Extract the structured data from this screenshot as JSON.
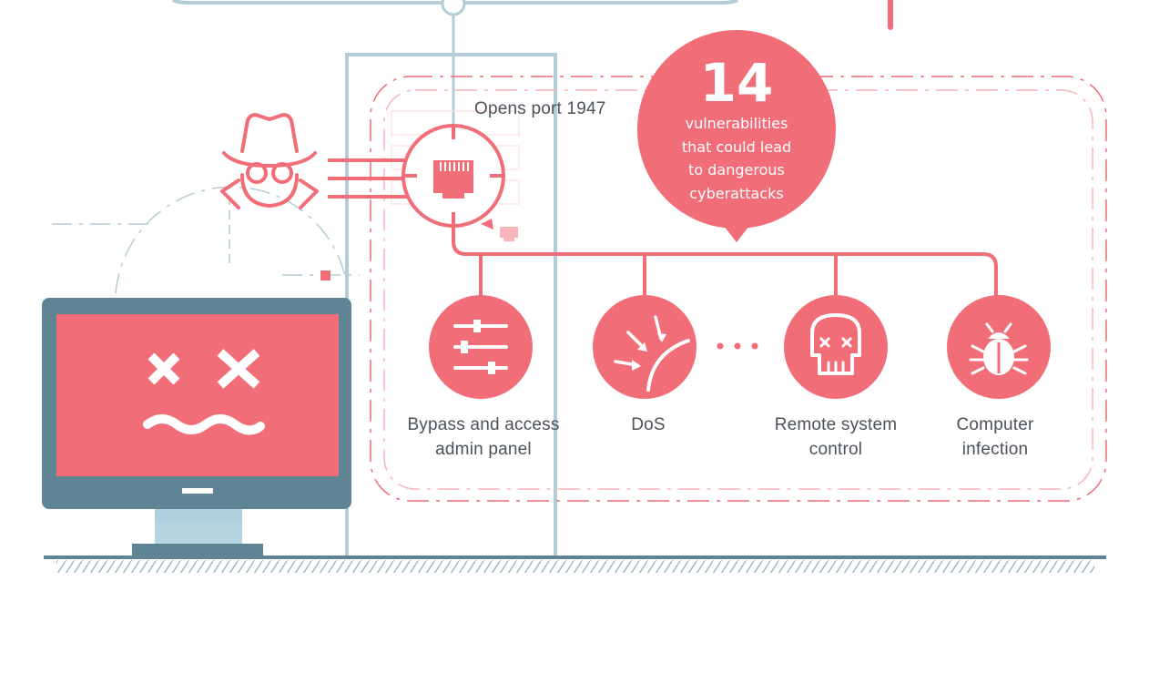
{
  "diagram": {
    "port_label": "Opens port 1947",
    "callout": {
      "count": "14",
      "lines": [
        "vulnerabilities",
        "that could lead",
        "to dangerous",
        "cyberattacks"
      ]
    },
    "outcomes": [
      {
        "lines": [
          "Bypass and access",
          "admin panel"
        ],
        "icon": "sliders-icon"
      },
      {
        "lines": [
          "DoS"
        ],
        "icon": "deflect-arrows-icon"
      },
      {
        "lines": [
          "Remote system",
          "control"
        ],
        "icon": "skull-icon"
      },
      {
        "lines": [
          "Computer",
          "infection"
        ],
        "icon": "bug-icon"
      }
    ],
    "more_indicator": "ellipsis-icon",
    "actor": {
      "icon": "hacker-icon"
    },
    "gateway": {
      "icon": "ethernet-port-icon"
    },
    "victim": {
      "icon": "broken-monitor-icon"
    }
  },
  "colors": {
    "accent": "#f16d78",
    "accent_light": "#f8b4ba",
    "steel": "#5f8494",
    "steel_light": "#afcfdc",
    "frame": "#b3ccd6",
    "text": "#4c5259",
    "ground": "#5f8494"
  }
}
